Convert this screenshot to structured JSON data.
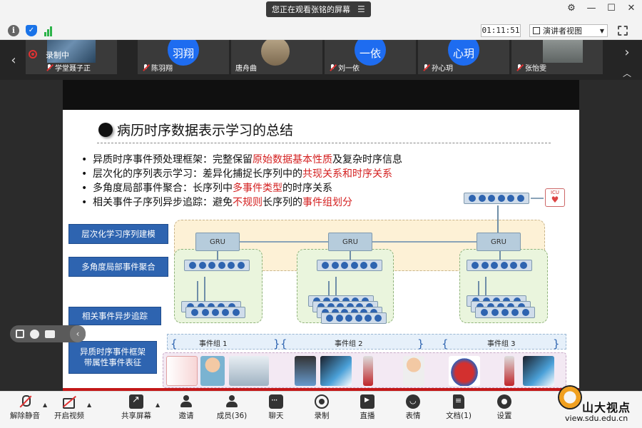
{
  "titlebar": {
    "banner_text": "您正在观看张铭的屏幕",
    "banner_menu_icon": "list-icon",
    "window_controls": [
      "settings-icon",
      "minimize-icon",
      "maximize-icon",
      "close-icon"
    ]
  },
  "toolbar": {
    "timer": "01:11:51",
    "presenter_view": "演讲者视图"
  },
  "video_strip": {
    "recording_label": "录制中",
    "participants": [
      {
        "name": "学堂聂子正",
        "avatar": ""
      },
      {
        "name": "陈羽翔",
        "avatar": "羽翔"
      },
      {
        "name": "唐舟曲",
        "avatar": ""
      },
      {
        "name": "刘一依",
        "avatar": "一依"
      },
      {
        "name": "孙心玥",
        "avatar": "心玥"
      },
      {
        "name": "张怡雯",
        "avatar": ""
      }
    ]
  },
  "slide": {
    "title": "病历时序数据表示学习的总结",
    "bullets": [
      {
        "pre": "异质时序事件预处理框架：完整保留",
        "red": "原始数据基本性质",
        "post": "及复杂时序信息",
        "red2": "",
        "post2": ""
      },
      {
        "pre": "层次化的序列表示学习：差异化捕捉长序列中的",
        "red": "共现关系和时序关系",
        "post": "",
        "red2": "",
        "post2": ""
      },
      {
        "pre": "多角度局部事件聚合：长序列中",
        "red": "多事件类型",
        "post": "的时序关系",
        "red2": "",
        "post2": ""
      },
      {
        "pre": "相关事件子序列异步追踪：避免",
        "red": "不规则",
        "post": "长序列的",
        "red2": "事件组划分",
        "post2": ""
      }
    ],
    "labels": {
      "hierarchical": "层次化学习序列建模",
      "multi_angle": "多角度局部事件聚合",
      "async_track": "相关事件异步追踪",
      "framework_line1": "异质时序事件框架",
      "framework_line2": "带属性事件表征"
    },
    "gru_label": "GRU",
    "groups": [
      "事件组 1",
      "事件组 2",
      "事件组 3"
    ],
    "icu_label": "ICU"
  },
  "bottombar": {
    "items": [
      {
        "label": "解除静音",
        "icon": "mic-muted-icon"
      },
      {
        "label": "开启视频",
        "icon": "camera-off-icon"
      },
      {
        "label": "共享屏幕",
        "icon": "share-screen-icon"
      },
      {
        "label": "邀请",
        "icon": "invite-icon"
      },
      {
        "label": "成员(36)",
        "icon": "members-icon"
      },
      {
        "label": "聊天",
        "icon": "chat-icon"
      },
      {
        "label": "录制",
        "icon": "record-icon"
      },
      {
        "label": "直播",
        "icon": "live-icon"
      },
      {
        "label": "表情",
        "icon": "emoji-icon"
      },
      {
        "label": "文档(1)",
        "icon": "document-icon"
      },
      {
        "label": "设置",
        "icon": "settings-icon"
      }
    ]
  },
  "watermark": {
    "brand": "山大视点",
    "url": "view.sdu.edu.cn"
  }
}
